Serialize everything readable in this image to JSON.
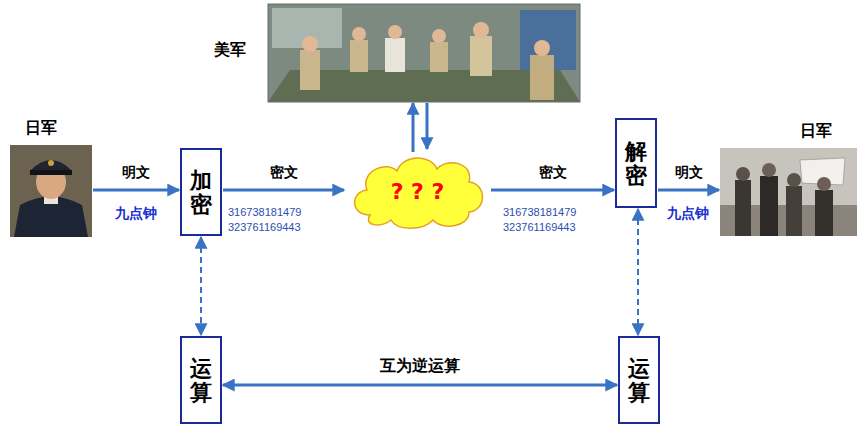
{
  "diagram": {
    "nodes": [
      {
        "text": [
          "美军"
        ]
      },
      {
        "text": [
          "日军"
        ]
      },
      {
        "text": [
          "加密"
        ]
      },
      {
        "text": [
          "? ? ?"
        ]
      },
      {
        "text": [
          "解密"
        ]
      },
      {
        "text": [
          "日军"
        ]
      },
      {
        "text": [
          "运算"
        ]
      },
      {
        "text": [
          "运算"
        ]
      }
    ],
    "edges": [
      {
        "from": 1,
        "to": 2,
        "arrow": "to",
        "label": "明文"
      },
      {
        "from": 2,
        "to": 3,
        "arrow": "to",
        "label": "密文"
      },
      {
        "from": 3,
        "to": 4,
        "arrow": "to",
        "label": "密文"
      },
      {
        "from": 4,
        "to": 5,
        "arrow": "to",
        "label": "明文"
      },
      {
        "from": 3,
        "to": 0,
        "arrow": "to"
      },
      {
        "from": 0,
        "to": 3,
        "arrow": "to"
      },
      {
        "from": 2,
        "to": 6,
        "arrow": "both"
      },
      {
        "from": 4,
        "to": 7,
        "arrow": "both"
      },
      {
        "from": 6,
        "to": 7,
        "arrow": "both",
        "label": "互为逆运算"
      }
    ],
    "labels": [
      "九点钟",
      "316738181479",
      "323761169443",
      "316738181479",
      "323761169443",
      "九点钟"
    ]
  }
}
